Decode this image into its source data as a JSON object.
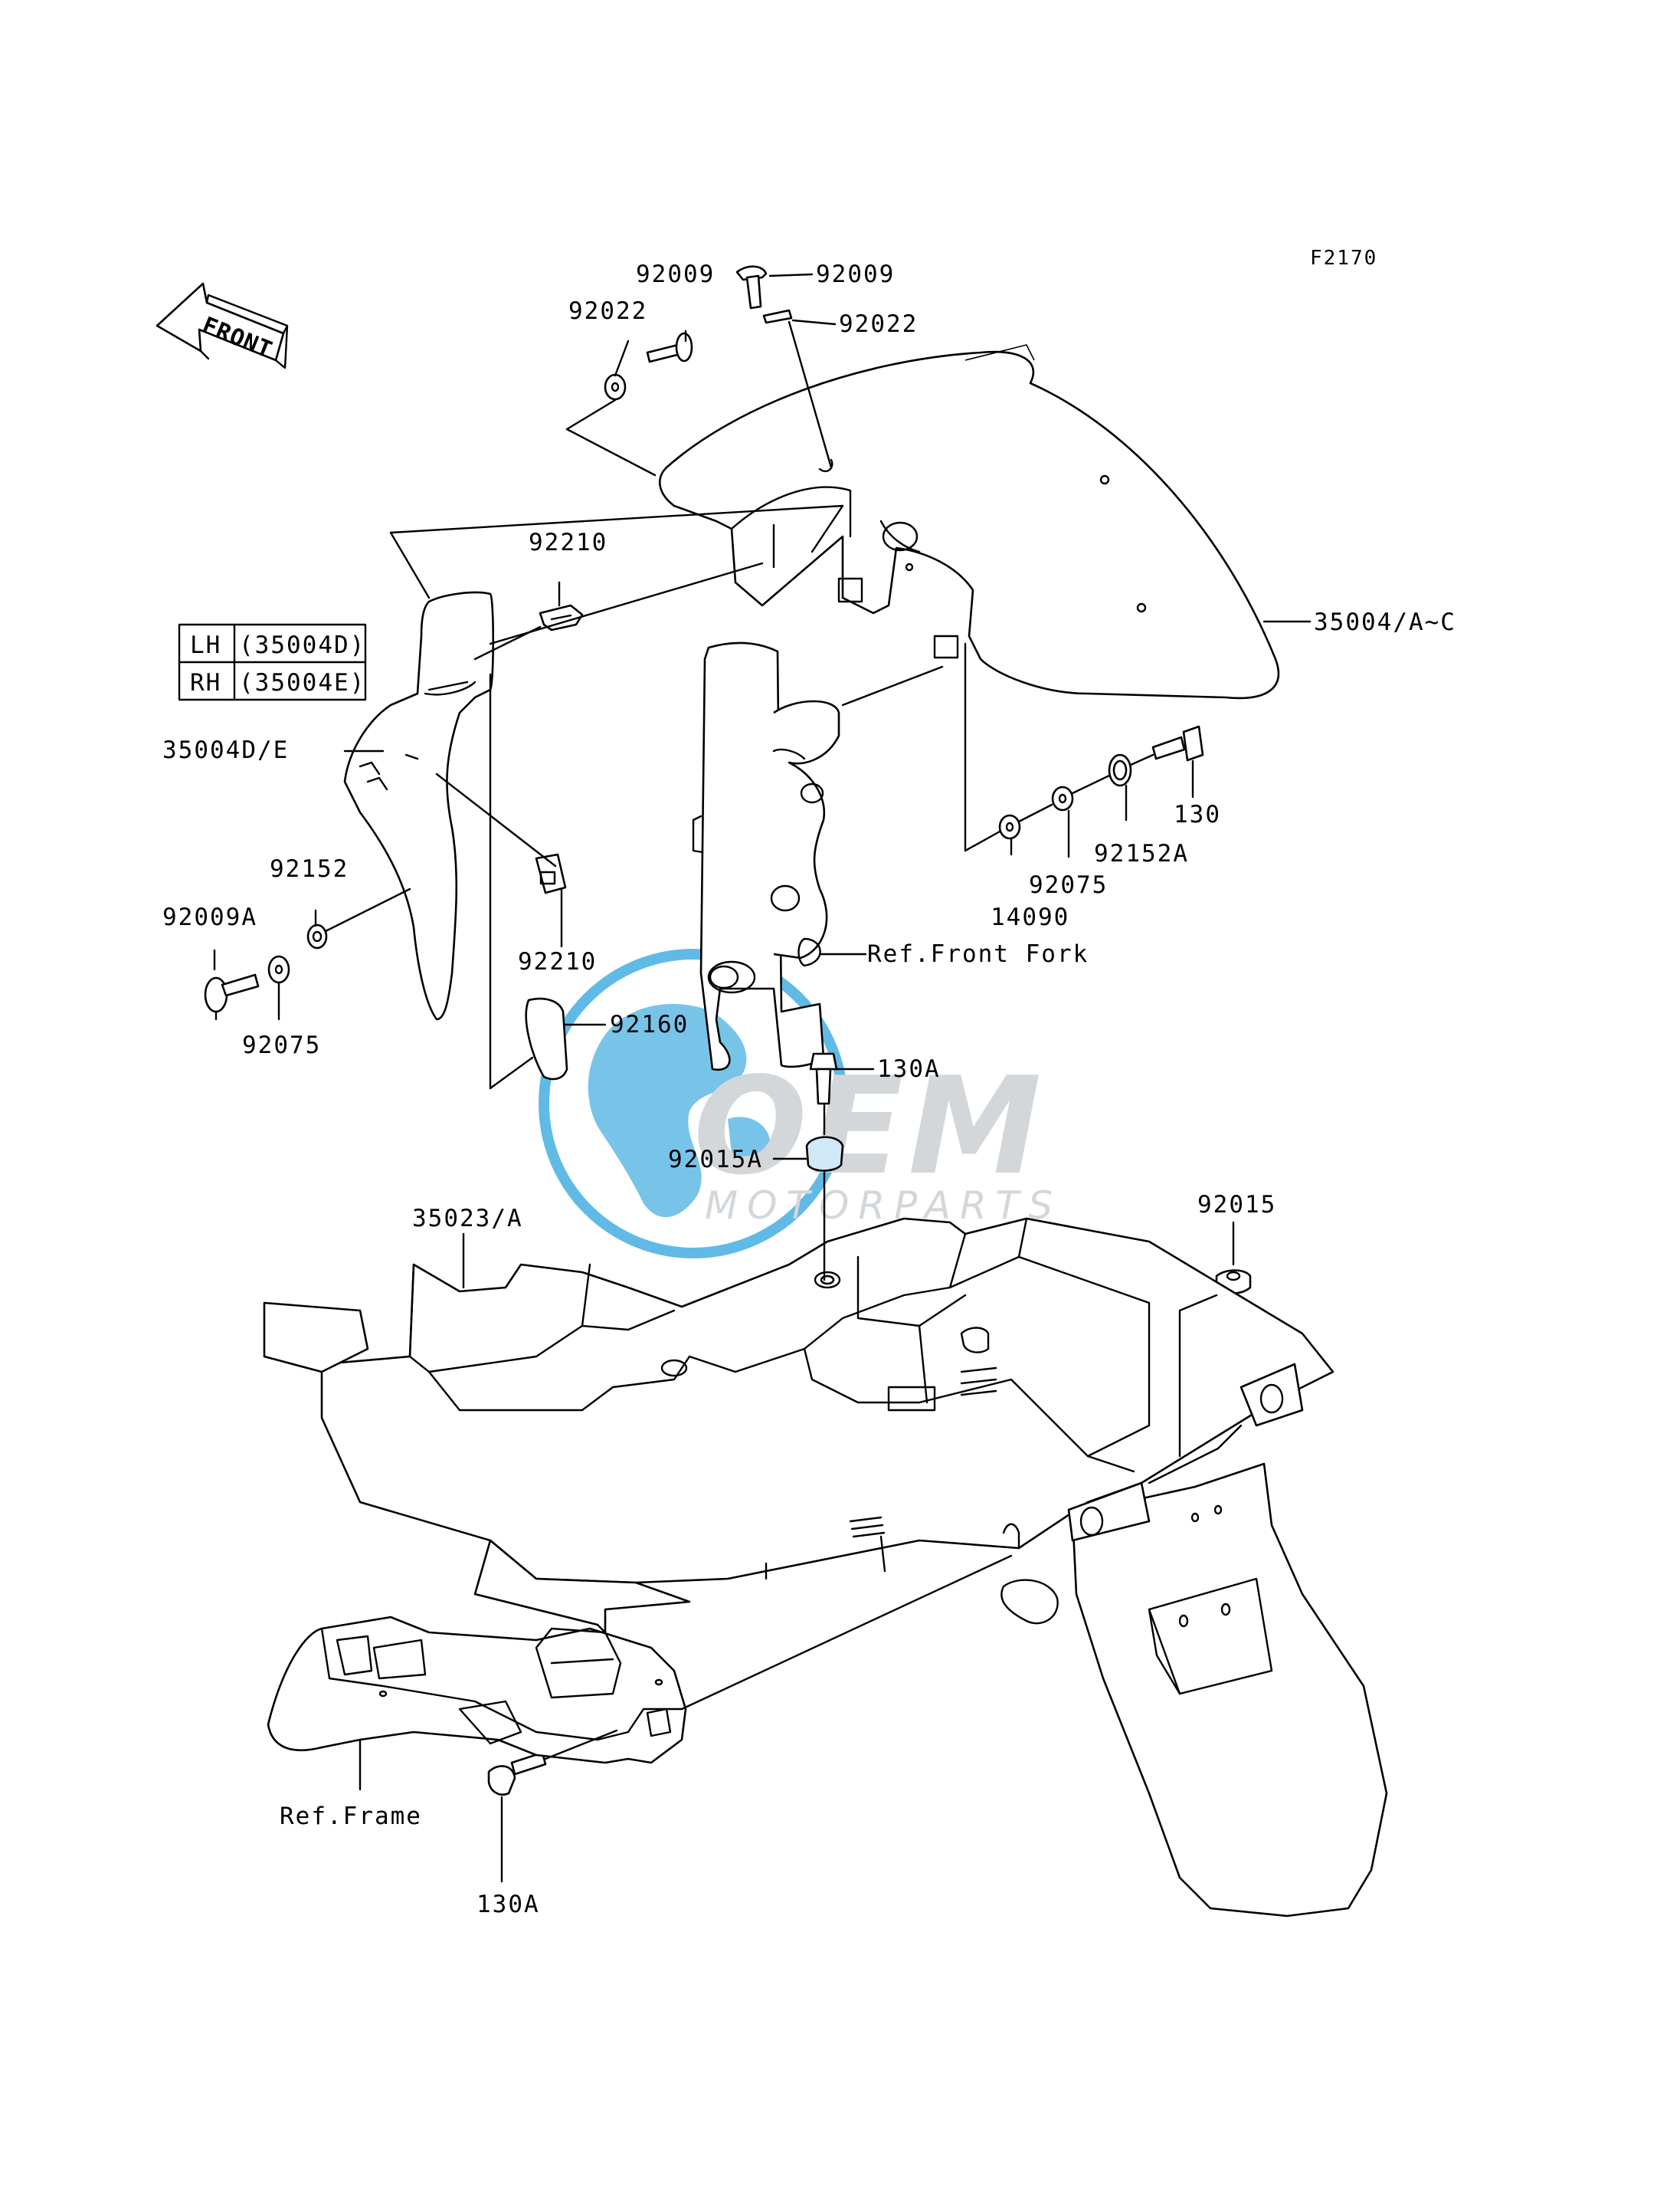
{
  "figure_code": "F2170",
  "front_arrow_text": "FRONT",
  "watermark": {
    "brand": "OEM",
    "sub": "MOTORPARTS",
    "colors": {
      "globe": "#4fb3e3",
      "text": "#cfd3d6"
    }
  },
  "variant_table": [
    {
      "side": "LH",
      "part": "(35004D)"
    },
    {
      "side": "RH",
      "part": "(35004E)"
    }
  ],
  "callouts": {
    "c92009_left": "92009",
    "c92009_right": "92009",
    "c92022_left": "92022",
    "c92022_right": "92022",
    "c92210_top": "92210",
    "c35004AC": "35004/A~C",
    "c35004DE": "35004D/E",
    "c130": "130",
    "c92152A": "92152A",
    "c92075_right": "92075",
    "c14090": "14090",
    "c92152": "92152",
    "c92009A": "92009A",
    "c92075_left": "92075",
    "c92210_bottom": "92210",
    "c92160": "92160",
    "ref_front_fork": "Ref.Front Fork",
    "c130A_top": "130A",
    "c92015A": "92015A",
    "c35023A": "35023/A",
    "c92015": "92015",
    "ref_frame": "Ref.Frame",
    "c130A_bottom": "130A"
  }
}
